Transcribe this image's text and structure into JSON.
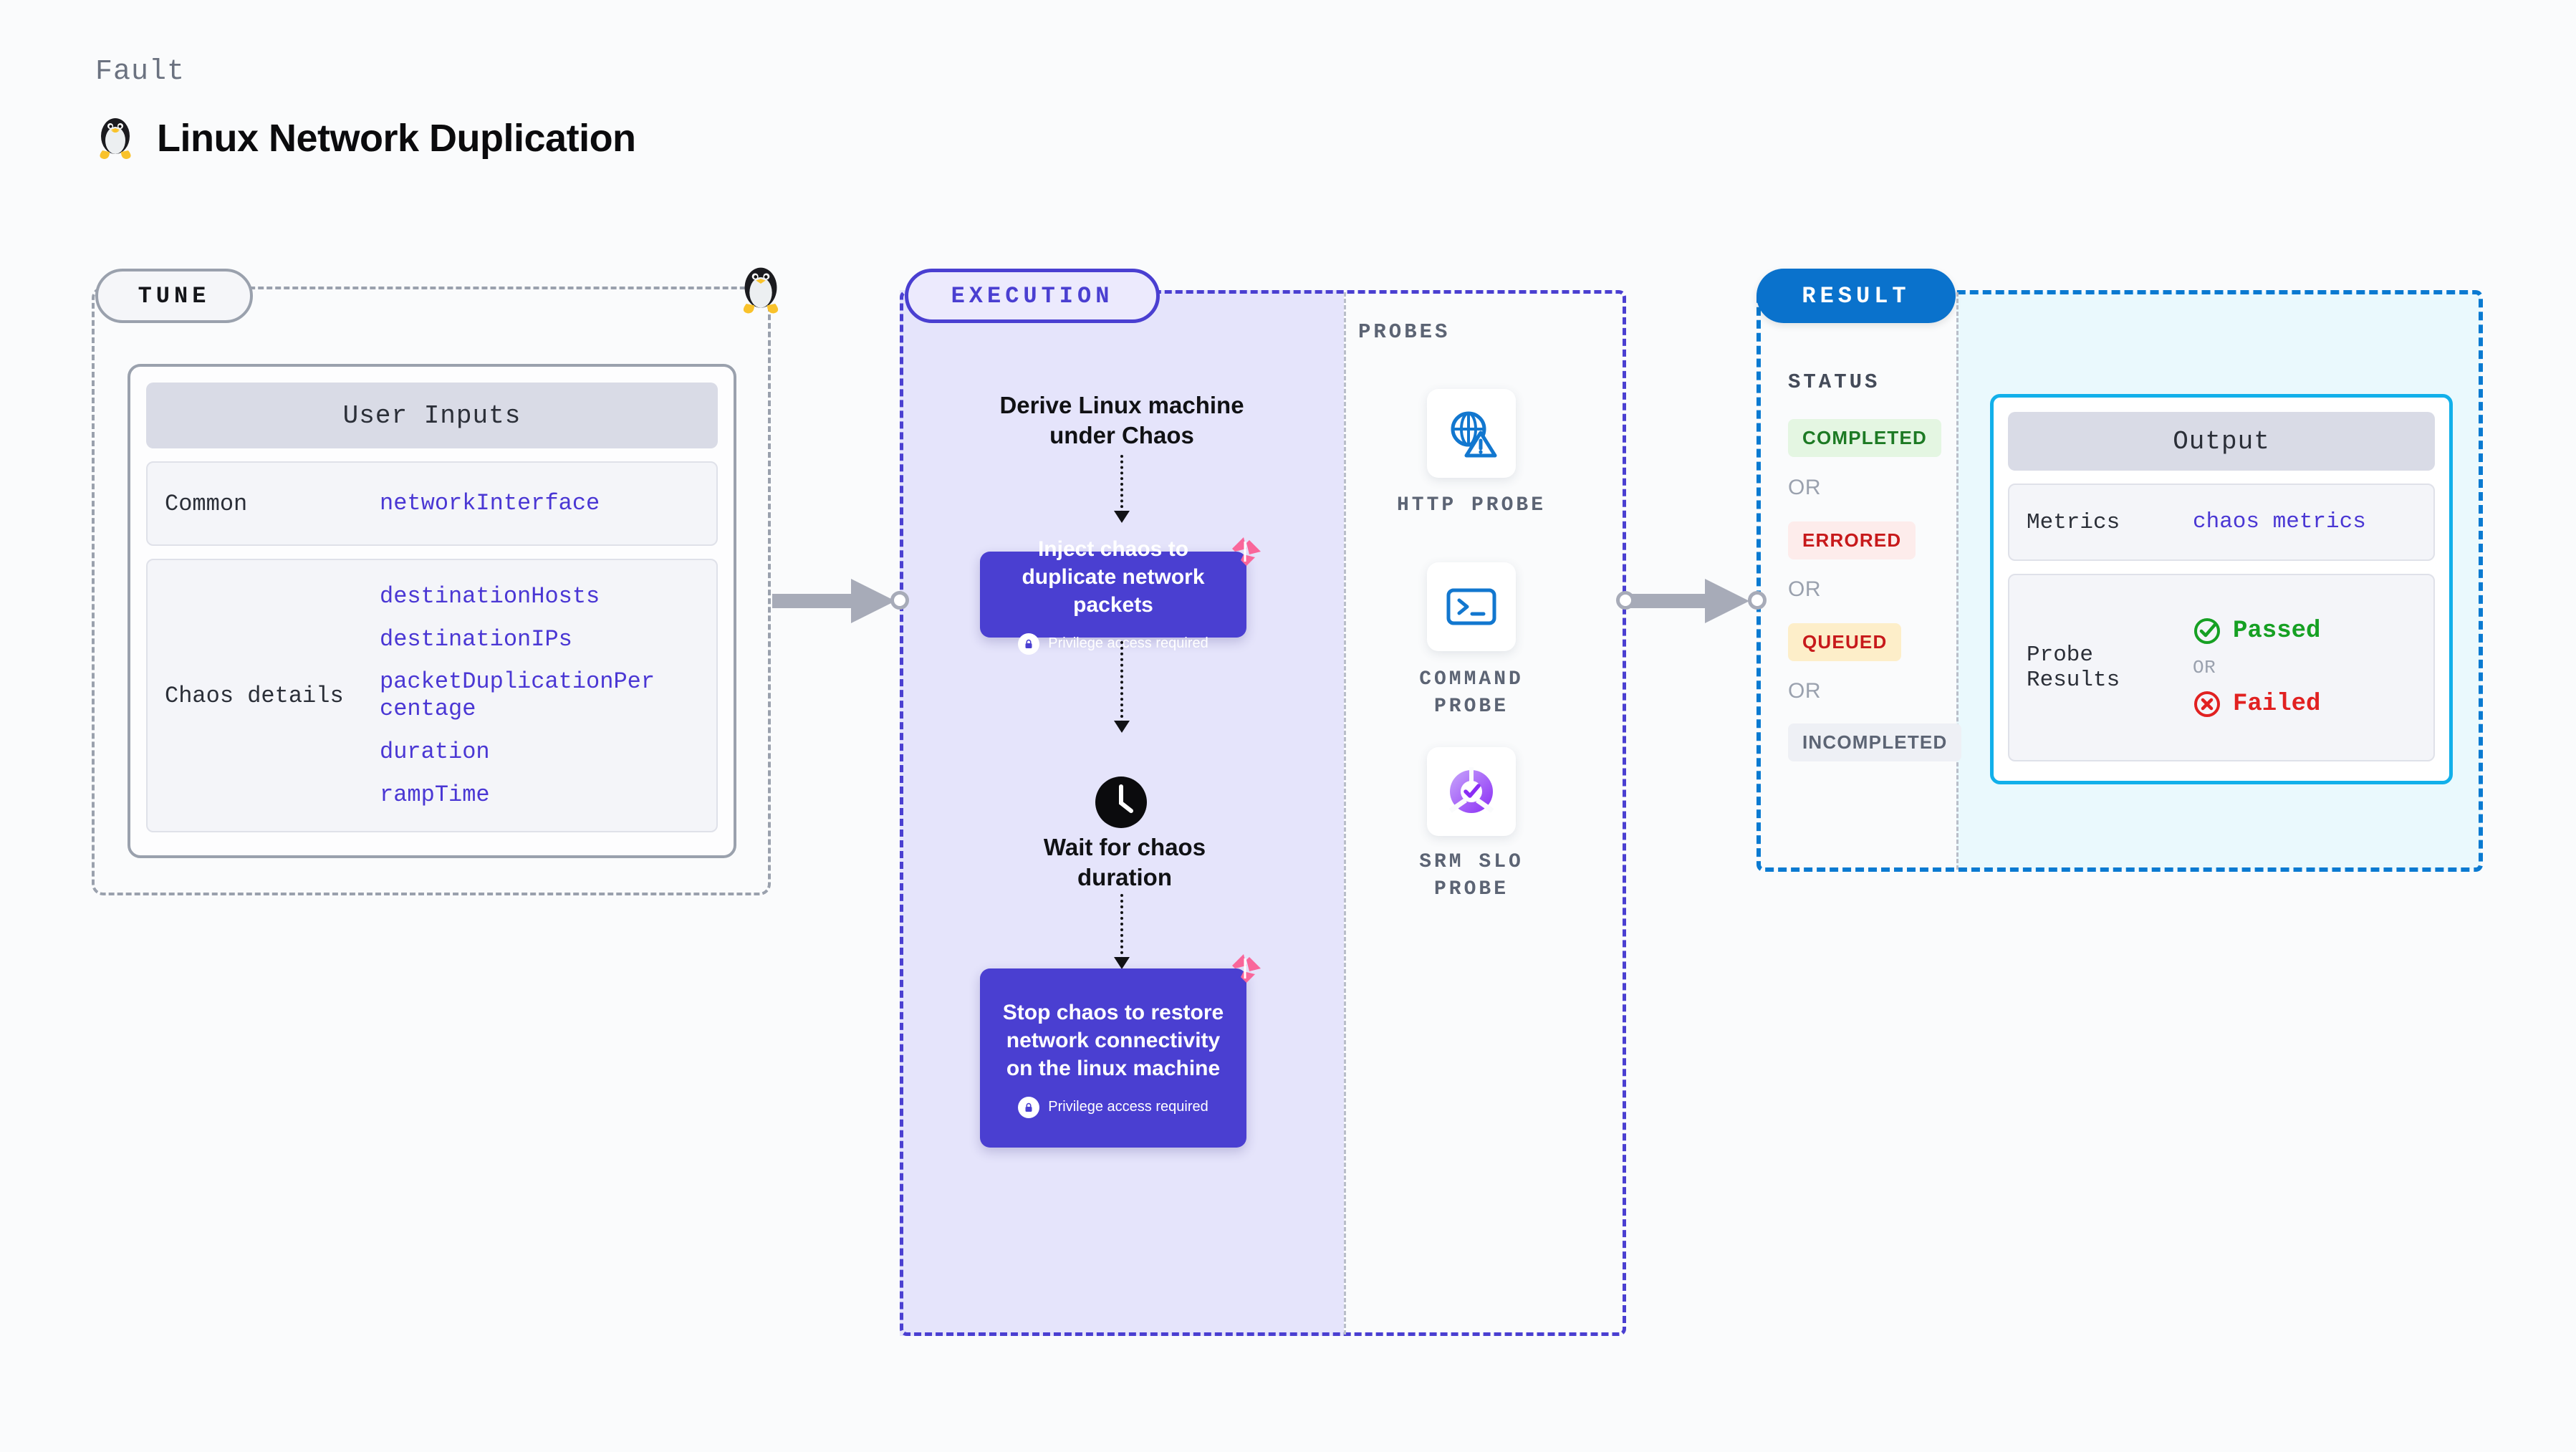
{
  "header": {
    "eyebrow": "Fault",
    "title": "Linux Network Duplication",
    "icon": "linux-penguin-icon"
  },
  "tune": {
    "badge": "TUNE",
    "card_title": "User Inputs",
    "rows": [
      {
        "label": "Common",
        "values": [
          "networkInterface"
        ]
      },
      {
        "label": "Chaos details",
        "values": [
          "destinationHosts",
          "destinationIPs",
          "packetDuplicationPercentage",
          "duration",
          "rampTime"
        ]
      }
    ]
  },
  "execution": {
    "badge": "EXECUTION",
    "steps": [
      {
        "kind": "title",
        "text": "Derive Linux machine under Chaos"
      },
      {
        "kind": "chaos",
        "text": "Inject chaos to duplicate network packets",
        "note": "Privilege access required"
      },
      {
        "kind": "title",
        "text": "Wait for chaos duration",
        "icon": "clock-icon"
      },
      {
        "kind": "chaos",
        "text": "Stop chaos to restore network connectivity on the linux machine",
        "note": "Privilege access required"
      }
    ]
  },
  "probes": {
    "label": "PROBES",
    "items": [
      {
        "name": "HTTP PROBE",
        "icon": "globe-warning-icon"
      },
      {
        "name": "COMMAND PROBE",
        "icon": "terminal-icon"
      },
      {
        "name": "SRM SLO PROBE",
        "icon": "slo-donut-check-icon"
      }
    ]
  },
  "result": {
    "badge": "RESULT",
    "status_label": "STATUS",
    "or_text": "OR",
    "statuses": [
      {
        "text": "COMPLETED",
        "color": "#1d7a24",
        "bg": "#e4f6e2"
      },
      {
        "text": "ERRORED",
        "color": "#c7191b",
        "bg": "#fdeceb"
      },
      {
        "text": "QUEUED",
        "color": "#c7191b",
        "bg": "#fdeec9"
      },
      {
        "text": "INCOMPLETED",
        "color": "#5c6474",
        "bg": "#eef0f5"
      }
    ]
  },
  "output": {
    "card_title": "Output",
    "metrics_label": "Metrics",
    "metrics_value": "chaos metrics",
    "probe_results_label": "Probe Results",
    "passed": "Passed",
    "failed": "Failed",
    "or_text": "OR",
    "passed_color": "#16a023",
    "failed_color": "#e12121"
  },
  "theme": {
    "purple": "#4a3fd1",
    "purple_fill": "#e5e4fb",
    "blue": "#0a72cc",
    "cyan": "#12b0ea",
    "cyan_fill": "#eaf9fd",
    "grey_border": "#9aa1ad",
    "link": "#4a37d4",
    "pink": "#f9669a"
  }
}
